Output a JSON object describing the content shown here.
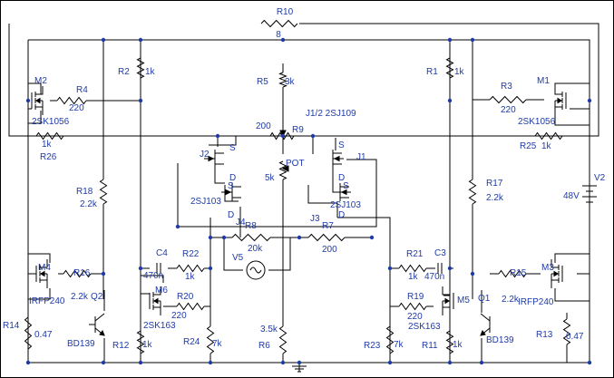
{
  "colors": {
    "wire": "#000000",
    "label": "#1f3ba8",
    "junction": "#1f3ba8",
    "background": "#ffffff"
  },
  "labels": {
    "R10": "R10",
    "R10v": "8",
    "R2": "R2",
    "R2v": "1k",
    "R1": "R1",
    "R1v": "1k",
    "R5": "R5",
    "R5v": "3k",
    "J12": "J1/2  2SJ109",
    "R9": "R9",
    "R9v": "200",
    "M2": "M2",
    "M2p": "2SK1056",
    "M1": "M1",
    "M1p": "2SK1056",
    "R4": "R4",
    "R4v": "220",
    "R3": "R3",
    "R3v": "220",
    "R26": "R26",
    "R26v": "1k",
    "R25": "R25",
    "R25v": "1k",
    "POT": "POT",
    "POTv": "5k",
    "J2": "J2",
    "J1": "J1",
    "J2p": "2SJ103",
    "J1p": "2SJ103",
    "S": "S",
    "D": "D",
    "J4": "J4",
    "J3": "J3",
    "R8": "R8",
    "R8v": "20k",
    "R7": "R7",
    "R7v": "200",
    "V5": "V5",
    "R18": "R18",
    "R18v": "2.2k",
    "R17": "R17",
    "R17v": "2.2k",
    "V2": "V2",
    "V2v": "48V",
    "C4": "C4",
    "C4v": "470n",
    "C3": "C3",
    "C3v": "470n",
    "R22": "R22",
    "R22v": "1k",
    "R21": "R21",
    "R21v": "1k",
    "M4": "M4",
    "M3": "M3",
    "R16": "R16",
    "R16v": "2.2k",
    "R15": "R15",
    "R15v": "2.2k",
    "Q2": "Q2",
    "Q1": "Q1",
    "IRFP240": "IRFP240",
    "M6": "M6",
    "M5": "M5",
    "R20": "R20",
    "R20v": "220",
    "R19": "R19",
    "R19v": "220",
    "SK163": "2SK163",
    "R14": "R14",
    "R14v": "0.47",
    "R13": "R13",
    "R13v": "0.47",
    "BD139": "BD139",
    "R12": "R12",
    "R12v": "1k",
    "R11": "R11",
    "R11v": "1k",
    "R24": "R24",
    "R24v": "7k",
    "R23": "R23",
    "R23v": "7k",
    "R6": "R6",
    "R6v": "3.5k"
  }
}
